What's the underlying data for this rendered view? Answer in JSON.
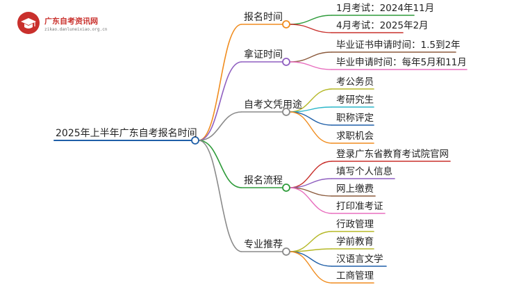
{
  "logo": {
    "title": "广东自考资讯网",
    "subtitle": "zikao.danluneixiao.org.cn",
    "color": "#c9302c"
  },
  "root": {
    "label": "2025年上半年广东自考报名时间",
    "color": "#1f5fa8"
  },
  "branches": [
    {
      "label": "报名时间",
      "color": "#f08c1e",
      "leaves": [
        {
          "label": "1月考试：2024年11月",
          "color": "#2e9b3a"
        },
        {
          "label": "4月考试：2025年2月",
          "color": "#c8302c"
        }
      ]
    },
    {
      "label": "拿证时间",
      "color": "#8f5fc0",
      "leaves": [
        {
          "label": "毕业证书申请时间：1.5到2年",
          "color": "#8b5a3c"
        },
        {
          "label": "毕业申请时间：每年5月和11月",
          "color": "#e86fbf"
        }
      ]
    },
    {
      "label": "自考文凭用途",
      "color": "#8a8a8a",
      "leaves": [
        {
          "label": "考公务员",
          "color": "#b5b826"
        },
        {
          "label": "考研究生",
          "color": "#2bb7c9"
        },
        {
          "label": "职称评定",
          "color": "#1f5fa8"
        },
        {
          "label": "求职机会",
          "color": "#f08c1e"
        }
      ]
    },
    {
      "label": "报名流程",
      "color": "#2e9b3a",
      "leaves": [
        {
          "label": "登录广东省教育考试院官网",
          "color": "#c8302c"
        },
        {
          "label": "填写个人信息",
          "color": "#8f5fc0"
        },
        {
          "label": "网上缴费",
          "color": "#8b5a3c"
        },
        {
          "label": "打印准考证",
          "color": "#e86fbf"
        }
      ]
    },
    {
      "label": "专业推荐",
      "color": "#8a8a8a",
      "leaves": [
        {
          "label": "行政管理",
          "color": "#b5b826"
        },
        {
          "label": "学前教育",
          "color": "#b5b826"
        },
        {
          "label": "汉语言文学",
          "color": "#1f5fa8"
        },
        {
          "label": "工商管理",
          "color": "#f08c1e"
        }
      ]
    }
  ]
}
